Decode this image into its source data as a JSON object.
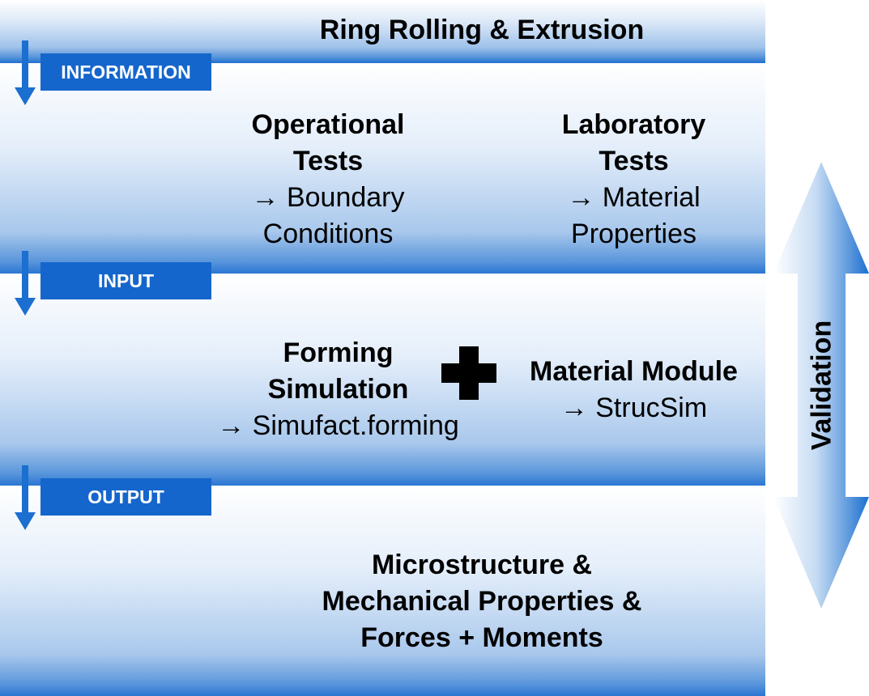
{
  "title": "Ring Rolling & Extrusion",
  "stages": {
    "information": "INFORMATION",
    "input": "INPUT",
    "output": "OUTPUT"
  },
  "information": {
    "operational": {
      "line1": "Operational",
      "line2": "Tests",
      "line3": "→ Boundary",
      "line4": "Conditions"
    },
    "laboratory": {
      "line1": "Laboratory",
      "line2": "Tests",
      "line3": "→ Material",
      "line4": "Properties"
    }
  },
  "input": {
    "forming": {
      "line1": "Forming",
      "line2": "Simulation",
      "line3": "→ Simufact.forming"
    },
    "material_module": {
      "line1": "Material Module",
      "line2": "→ StrucSim"
    }
  },
  "output": {
    "line1": "Microstructure &",
    "line2": "Mechanical Properties &",
    "line3": "Forces + Moments"
  },
  "validation": "Validation",
  "colors": {
    "stage_label_bg": "#1566cc",
    "band_dark": "#2a76d2",
    "arrow_blue": "#1a6fd0"
  }
}
